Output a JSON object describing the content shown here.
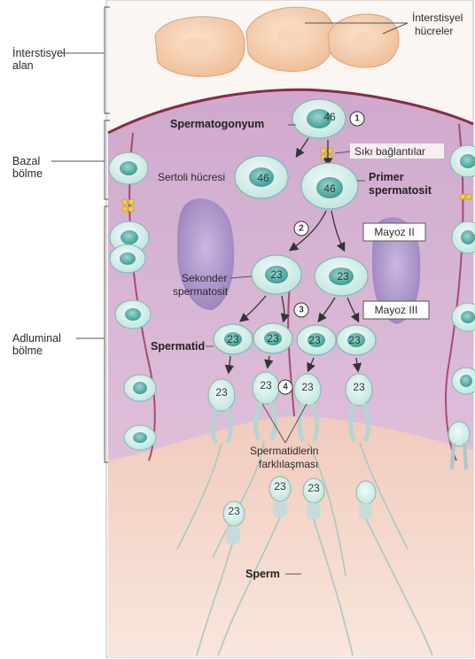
{
  "side_labels": {
    "interstitial_area": [
      "İnterstisyel",
      "alan"
    ],
    "basal": [
      "Bazal",
      "bölme"
    ],
    "adluminal": [
      "Adluminal",
      "bölme"
    ]
  },
  "labels": {
    "interstitial_cells": [
      "İnterstisyel",
      "hücreler"
    ],
    "spermatogonium": "Spermatogonyum",
    "tight_junctions": "Sıkı bağlantılar",
    "sertoli_cell": "Sertoli hücresi",
    "primary_spermatocyte": [
      "Primer",
      "spermatosit"
    ],
    "meiosis_1": "Mayoz II",
    "meiosis_2": "Mayoz III",
    "secondary_spermatocyte": [
      "Sekonder",
      "spermatosit"
    ],
    "spermatid": "Spermatid",
    "spermatid_differentiation": [
      "Spermatidlerin",
      "farklılaşması"
    ],
    "sperm": "Sperm"
  },
  "steps": [
    "1",
    "2",
    "3",
    "4"
  ],
  "chromosome_counts": {
    "spermatogonium": "46",
    "sertoli_side_cell": "46",
    "primary_spermatocyte": "46",
    "secondary_spermatocytes": [
      "23",
      "23"
    ],
    "spermatids": [
      "23",
      "23",
      "23",
      "23"
    ],
    "differentiating_spermatids": [
      "23",
      "23",
      "23"
    ],
    "sperm": [
      "23",
      "23",
      "23"
    ]
  },
  "colors": {
    "tubule_purple": "#d9b6d6",
    "tubule_dark": "#b98ab3",
    "lumen": "#f3d6c8",
    "interstitial_cell": "#f4c9a4",
    "germ_cell_fill": "#dff2ee",
    "germ_nucleus": "#5fb6ad",
    "sertoli_nucleus": "#a08cc6",
    "junction": "#f0d040",
    "basement": "#8a2a4a"
  }
}
